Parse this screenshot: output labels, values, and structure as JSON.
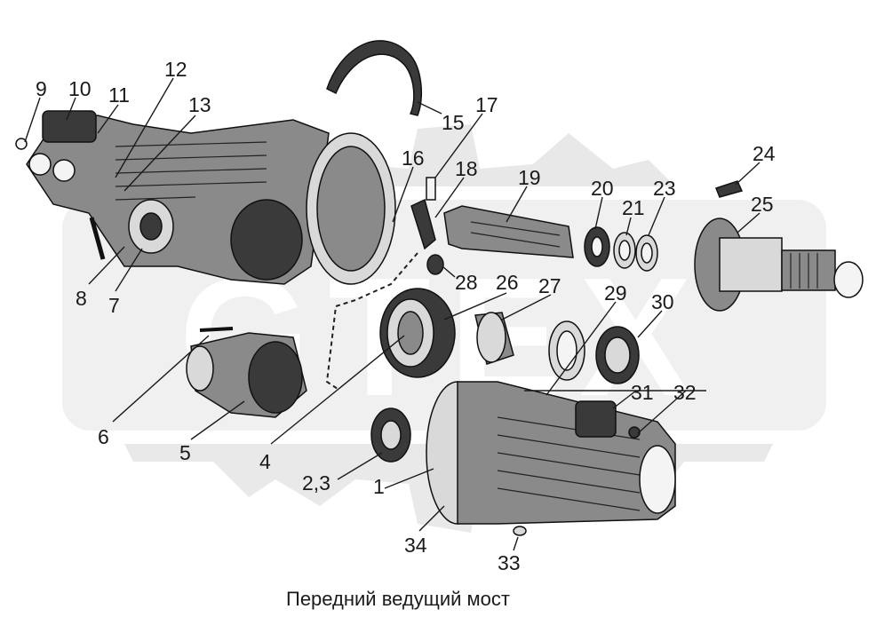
{
  "caption": "Передний ведущий мост",
  "watermark": "GTEX",
  "callouts": [
    "1",
    "2,3",
    "4",
    "5",
    "6",
    "7",
    "8",
    "9",
    "10",
    "11",
    "12",
    "13",
    "15",
    "16",
    "17",
    "18",
    "19",
    "20",
    "21",
    "23",
    "24",
    "25",
    "26",
    "27",
    "28",
    "29",
    "30",
    "31",
    "32",
    "33",
    "34"
  ]
}
